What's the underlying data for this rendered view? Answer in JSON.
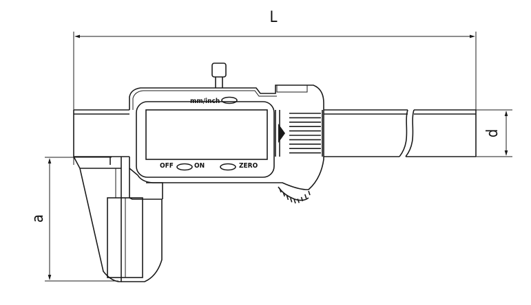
{
  "dimensions": {
    "length_label": "L",
    "depth_label": "d",
    "jaw_label": "a"
  },
  "display": {
    "mode_button_label": "mm/inch",
    "off_label": "OFF",
    "on_label": "ON",
    "zero_label": "ZERO"
  }
}
